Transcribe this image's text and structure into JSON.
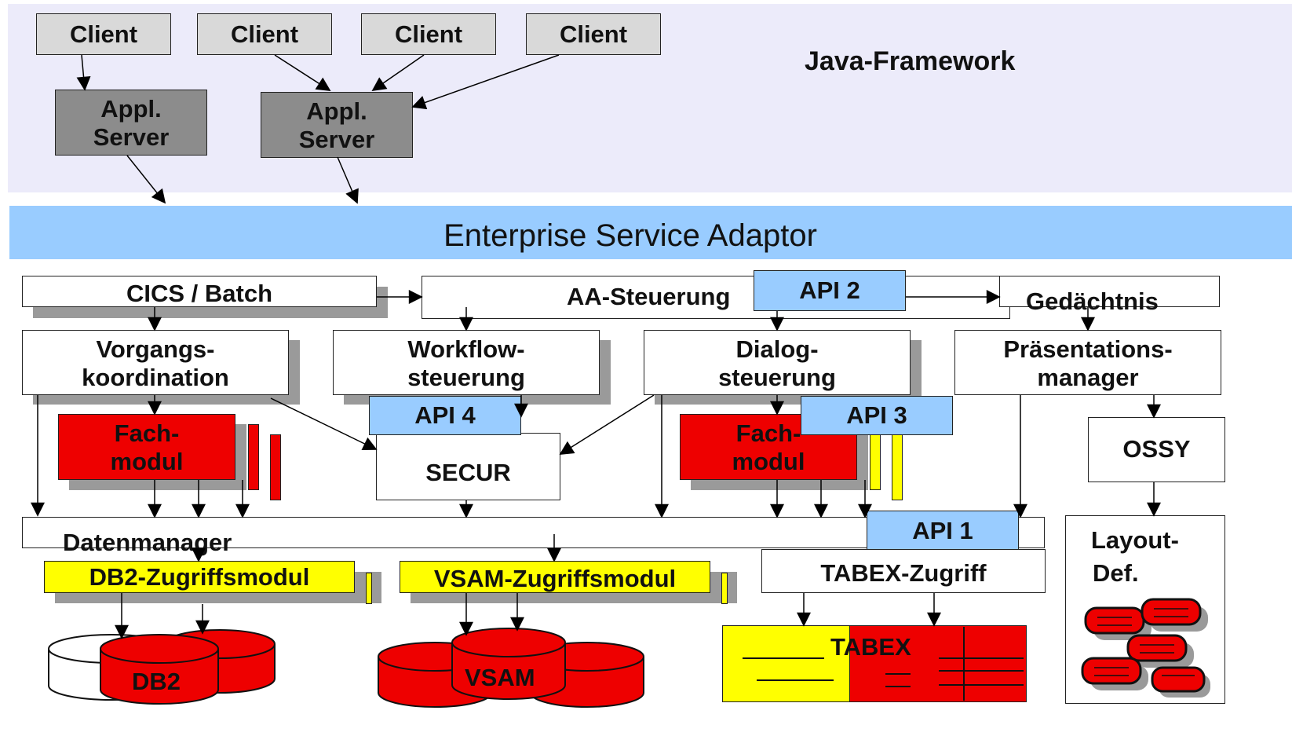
{
  "framework": {
    "title": "Java-Framework"
  },
  "clients": [
    "Client",
    "Client",
    "Client",
    "Client"
  ],
  "app_servers": [
    {
      "line1": "Appl.",
      "line2": "Server"
    },
    {
      "line1": "Appl.",
      "line2": "Server"
    }
  ],
  "esa": {
    "label": "Enterprise Service Adaptor"
  },
  "control": {
    "cics": "CICS / Batch",
    "aa": "AA-Steuerung",
    "gedaechtnis": "Gedächtnis"
  },
  "apis": {
    "api1": "API 1",
    "api2": "API 2",
    "api3": "API 3",
    "api4": "API 4"
  },
  "modules": {
    "vorgang": {
      "line1": "Vorgangs-",
      "line2": "koordination"
    },
    "workflow": {
      "line1": "Workflow-",
      "line2": "steuerung"
    },
    "dialog": {
      "line1": "Dialog-",
      "line2": "steuerung"
    },
    "praes": {
      "line1": "Präsentations-",
      "line2": "manager"
    },
    "fach_left": {
      "line1": "Fach-",
      "line2": "modul"
    },
    "fach_right": {
      "line1": "Fach-",
      "line2": "modul"
    },
    "secur": "SECUR",
    "ossy": "OSSY"
  },
  "data_layer": {
    "datenmanager": "Datenmanager",
    "db2_zugriff": "DB2-Zugriffsmodul",
    "vsam_zugriff": "VSAM-Zugriffsmodul",
    "tabex_zugriff": "TABEX-Zugriff",
    "layout": {
      "line1": "Layout-",
      "line2": "Def."
    }
  },
  "stores": {
    "db2": "DB2",
    "vsam": "VSAM",
    "tabex": "TABEX"
  },
  "colors": {
    "framework_bg": "#ecebfa",
    "esa_bg": "#99ccff",
    "client": "#d9d9d9",
    "appl_server": "#8c8c8c",
    "api": "#99ccff",
    "fachmodul": "#ee0000",
    "zugriff": "#ffff00",
    "storage": "#ee0000"
  }
}
